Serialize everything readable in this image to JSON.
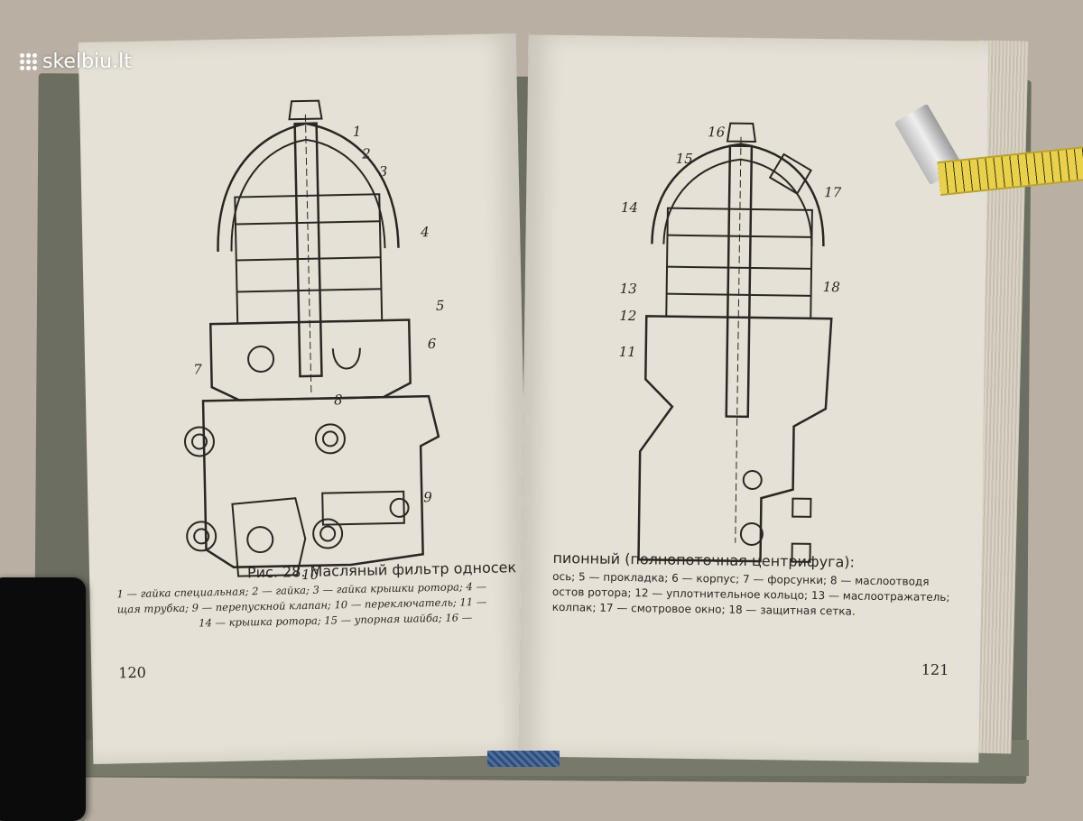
{
  "watermark": {
    "text": "skelbiu.lt"
  },
  "left_page": {
    "figure_labels": [
      "1",
      "2",
      "3",
      "4",
      "5",
      "6",
      "7",
      "8",
      "9",
      "10"
    ],
    "caption_title": "Рис. 28. Масляный фильтр односек",
    "legend_lines": [
      "1 — гайка специальная; 2 — гайка; 3 — гайка крышки ротора; 4 —",
      "щая трубка; 9 — перепускной клапан; 10 — переключатель; 11 —",
      "14 — крышка ротора; 15 — упорная шайба; 16 —"
    ],
    "page_number": "120"
  },
  "right_page": {
    "figure_labels": [
      "16",
      "15",
      "17",
      "14",
      "13",
      "18",
      "12",
      "11"
    ],
    "caption_title": "пионный (полнопоточная центрифуга):",
    "legend_lines": [
      "ось; 5 — прокладка; 6 — корпус; 7 — форсунки; 8 — маслоотводя",
      "остов ротора; 12 — уплотнительное кольцо; 13 — маслоотражатель;",
      "колпак; 17 — смотровое окно; 18 — защитная сетка."
    ],
    "page_number": "121"
  },
  "colors": {
    "paper": "#e6e1d6",
    "ink": "#2a2623",
    "background": "#b9b0a3",
    "cover": "#6b6e60"
  }
}
